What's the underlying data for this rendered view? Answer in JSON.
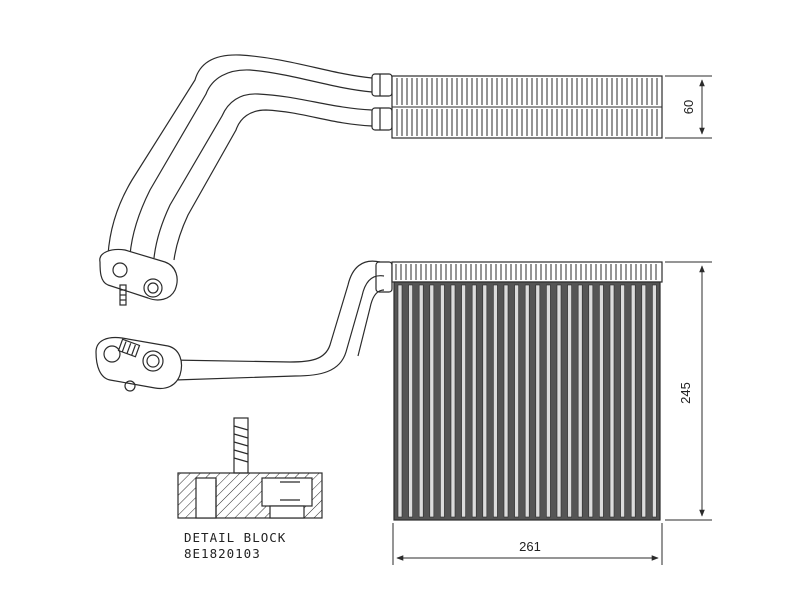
{
  "dimensions": {
    "top_height": "60",
    "core_height": "245",
    "core_width": "261"
  },
  "detail": {
    "title": "DETAIL BLOCK",
    "part_number": "8E1820103"
  },
  "colors": {
    "line": "#2b2b2b",
    "core_fill": "#4a4a4a",
    "background": "#ffffff"
  }
}
